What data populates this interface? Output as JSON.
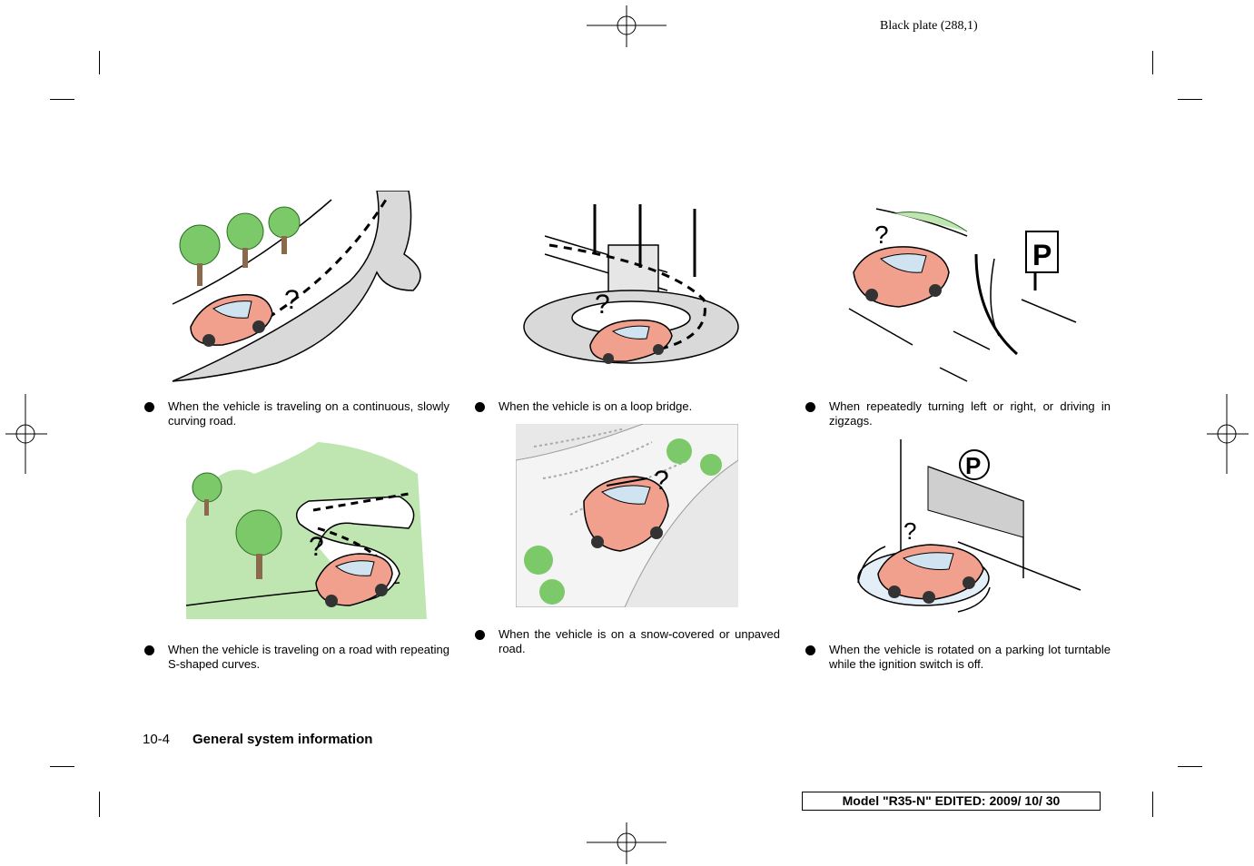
{
  "header": {
    "plate": "Black plate (288,1)"
  },
  "captions": [
    {
      "id": "continuous-curve",
      "text": "When the vehicle is traveling on a continuous, slowly curving road."
    },
    {
      "id": "loop-bridge",
      "text": "When the vehicle is on a loop bridge."
    },
    {
      "id": "zigzag",
      "text": "When repeatedly turning left or right, or driving in zigzags."
    },
    {
      "id": "s-curves",
      "text": "When the vehicle is traveling on a road with repeating S-shaped curves."
    },
    {
      "id": "snow-road",
      "text": "When the vehicle is on a snow-covered or unpaved road."
    },
    {
      "id": "turntable",
      "text": "When the vehicle is rotated on a parking lot turntable while the ignition switch is off."
    }
  ],
  "footer": {
    "page_number": "10-4",
    "section_title": "General system information",
    "model_stamp": "Model \"R35-N\"  EDITED:  2009/ 10/ 30"
  },
  "illustration_marks": {
    "question": "?",
    "parking": "P"
  },
  "colors": {
    "car": "#f2a08e",
    "tree": "#7cc96a",
    "hill": "#bfe6b0",
    "road": "#d9d9d9"
  }
}
